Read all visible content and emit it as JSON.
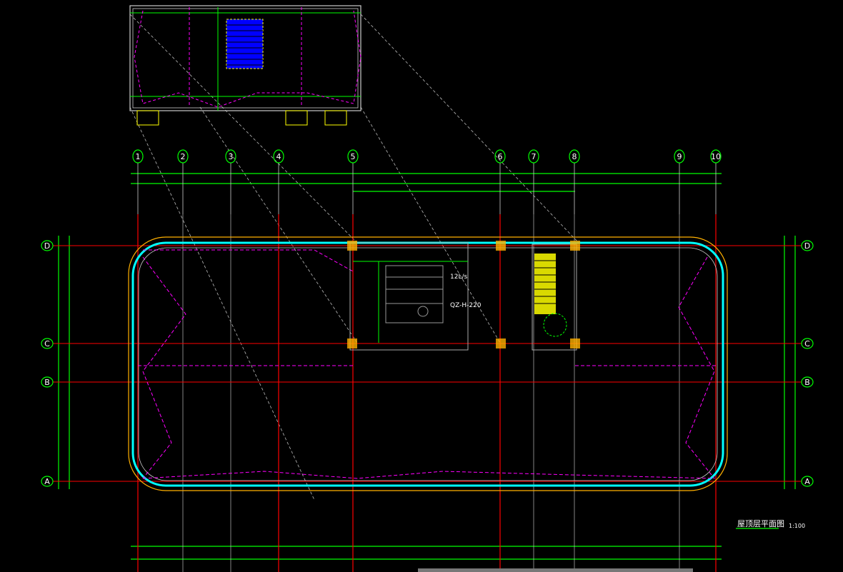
{
  "drawing": {
    "title": "屋顶层平面图",
    "scale": "1:100",
    "column_axes": [
      "1",
      "2",
      "3",
      "4",
      "5",
      "6",
      "7",
      "8",
      "9",
      "10"
    ],
    "row_axes": [
      "D",
      "C",
      "B",
      "A"
    ],
    "annotations": {
      "flow_rate": "12L/s",
      "equipment_code": "QZ-H-220"
    },
    "colors": {
      "background": "#000000",
      "grid_red": "#ff0000",
      "dimension_green": "#00ff00",
      "wall_cyan": "#00ffff",
      "slope_magenta": "#ff00ff",
      "stair_yellow": "#ffff00",
      "hatch_blue": "#0000ff"
    }
  }
}
